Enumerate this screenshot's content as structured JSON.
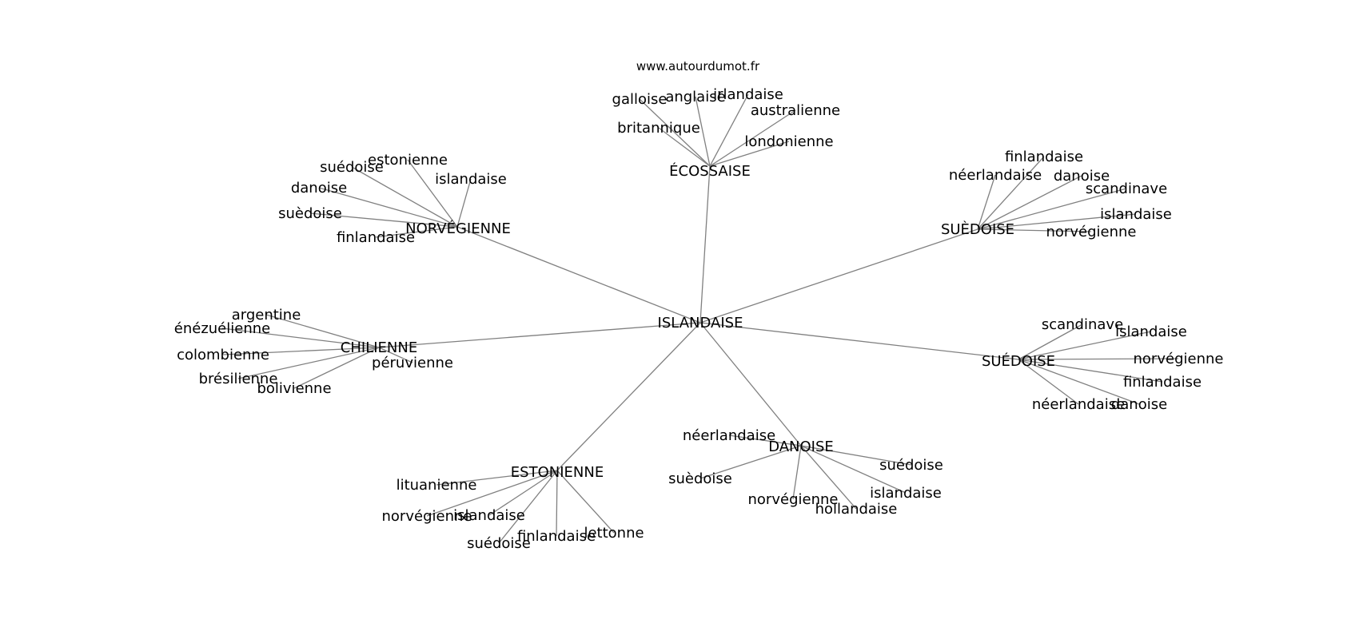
{
  "source": "www.autourdumot.fr",
  "colors": {
    "edge": "#808080",
    "text": "#000000",
    "background": "#ffffff"
  },
  "graph": {
    "center": "ISLANDAISE",
    "clusters": [
      {
        "label": "ÉCOSSAISE",
        "leaves": [
          "galloise",
          "anglaise",
          "irlandaise",
          "australienne",
          "britannique",
          "londonienne"
        ]
      },
      {
        "label": "NORVÉGIENNE",
        "leaves": [
          "estonienne",
          "suédoise",
          "islandaise",
          "danoise",
          "suèdoise",
          "finlandaise"
        ]
      },
      {
        "label": "SUÈDOISE",
        "leaves": [
          "finlandaise",
          "néerlandaise",
          "danoise",
          "scandinave",
          "islandaise",
          "norvégienne"
        ]
      },
      {
        "label": "CHILIENNE",
        "leaves": [
          "argentine",
          "énézuélienne",
          "colombienne",
          "brésilienne",
          "péruvienne",
          "bolivienne"
        ]
      },
      {
        "label": "SUÉDOISE",
        "leaves": [
          "scandinave",
          "islandaise",
          "norvégienne",
          "finlandaise",
          "néerlandaise",
          "danoise"
        ]
      },
      {
        "label": "DANOISE",
        "leaves": [
          "néerlandaise",
          "suèdoise",
          "suédoise",
          "islandaise",
          "norvégienne",
          "hollandaise"
        ]
      },
      {
        "label": "ESTONIENNE",
        "leaves": [
          "lituanienne",
          "norvégienne",
          "islandaise",
          "finlandaise",
          "lettonne",
          "suédoise"
        ]
      }
    ]
  }
}
